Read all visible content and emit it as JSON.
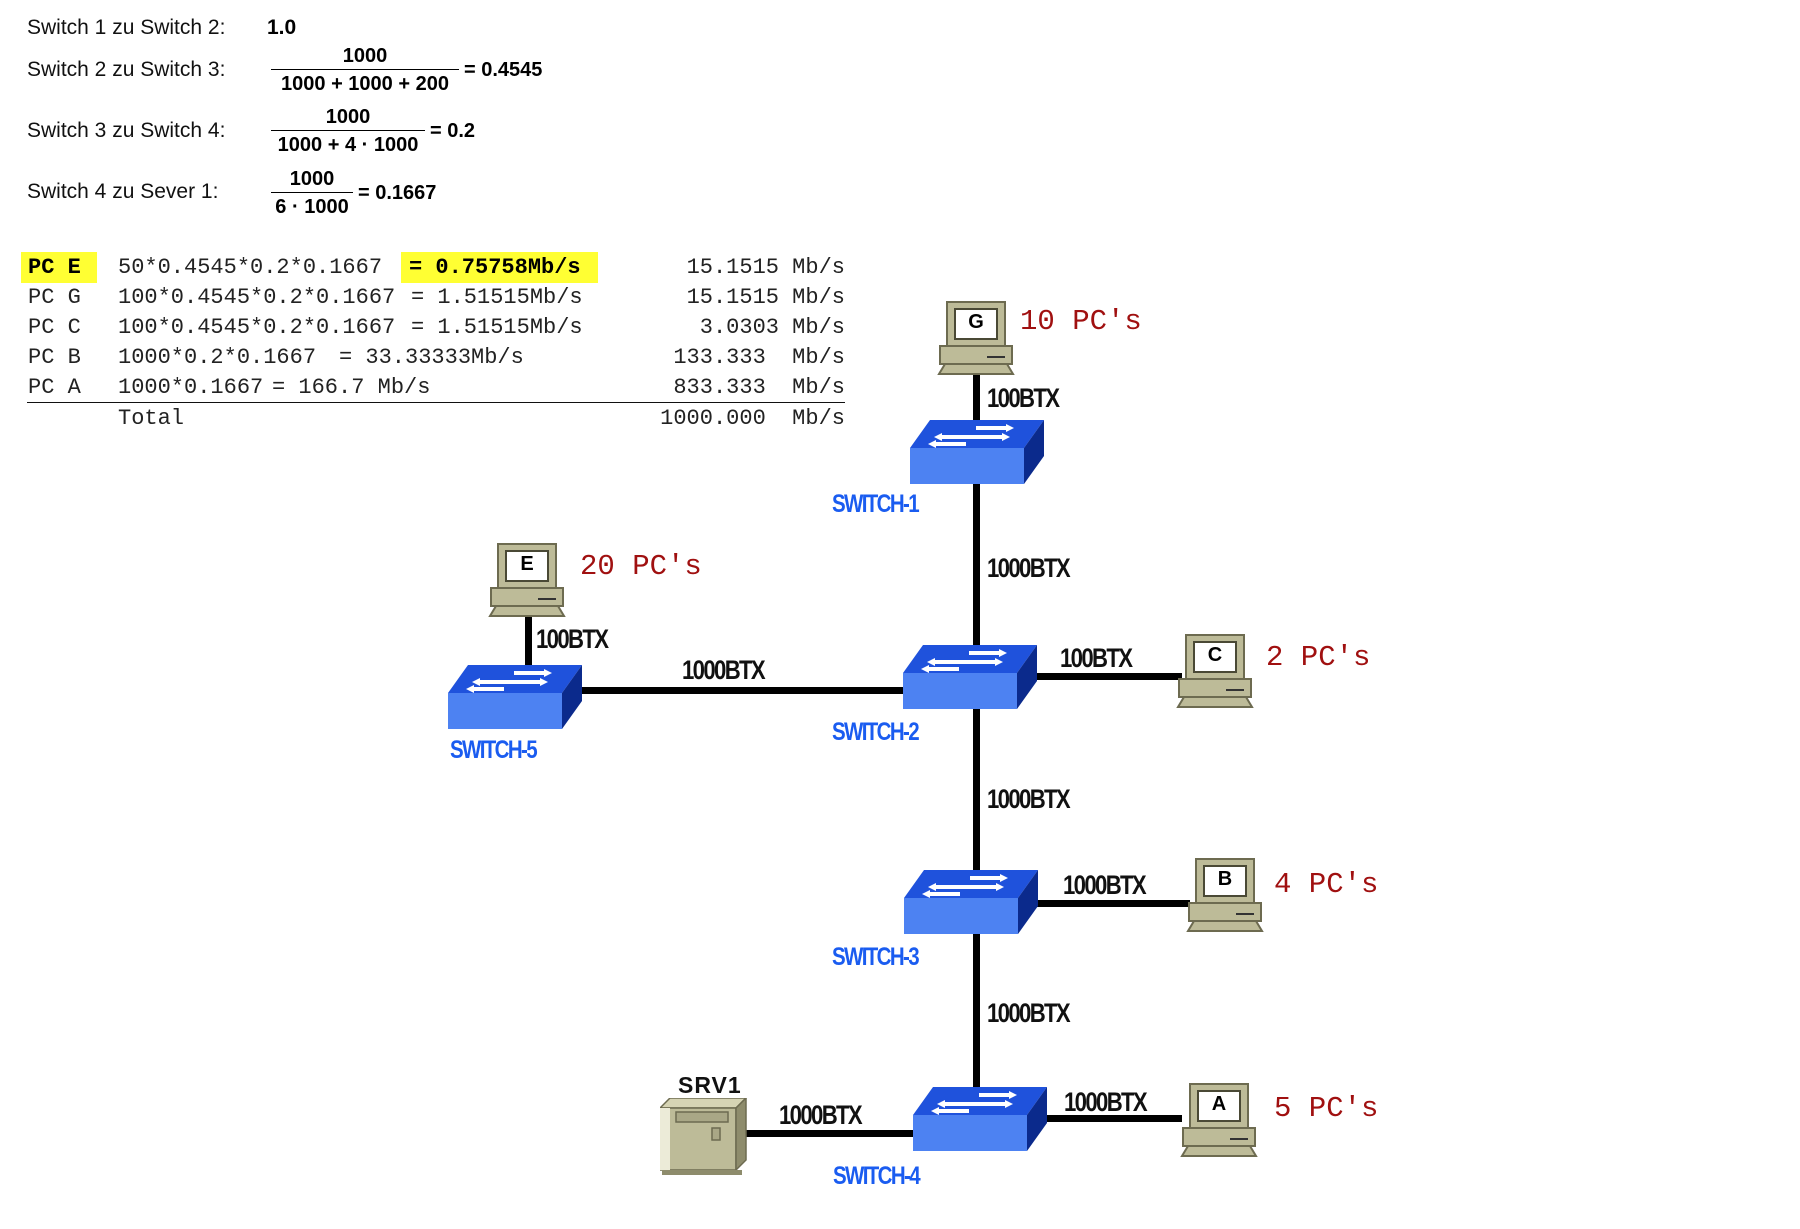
{
  "equations": [
    {
      "label": "Switch 1 zu Switch 2:",
      "result": "1.0"
    },
    {
      "label": "Switch 2 zu Switch 3:",
      "numerator": "1000",
      "denominator": "1000 + 1000 + 200",
      "result": "= 0.4545"
    },
    {
      "label": "Switch 3 zu Switch 4:",
      "numerator": "1000",
      "denominator": "1000 + 4 · 1000",
      "result": "= 0.2"
    },
    {
      "label": "Switch 4 zu Sever 1:",
      "numerator": "1000",
      "denominator": "6 · 1000",
      "result": "= 0.1667"
    }
  ],
  "table": {
    "rows": [
      {
        "pc": "PC E",
        "formula": "50*0.4545*0.2*0.1667",
        "result": "= 0.75758Mb/s",
        "total": "15.1515 Mb/s",
        "highlighted": true
      },
      {
        "pc": "PC G",
        "formula": "100*0.4545*0.2*0.1667",
        "result": "= 1.51515Mb/s",
        "total": "15.1515 Mb/s"
      },
      {
        "pc": "PC C",
        "formula": "100*0.4545*0.2*0.1667",
        "result": "= 1.51515Mb/s",
        "total": "3.0303 Mb/s"
      },
      {
        "pc": "PC B",
        "formula": "1000*0.2*0.1667",
        "result": "= 33.33333Mb/s",
        "total": "133.333  Mb/s"
      },
      {
        "pc": "PC A",
        "formula": "1000*0.1667",
        "result": "= 166.7 Mb/s",
        "total": "833.333  Mb/s"
      }
    ],
    "total_label": "Total",
    "total_value": "1000.000  Mb/s",
    "highlight_color": "#ffff33"
  },
  "diagram": {
    "switches": [
      "SWITCH-1",
      "SWITCH-2",
      "SWITCH-3",
      "SWITCH-4",
      "SWITCH-5"
    ],
    "pcs": [
      {
        "letter": "G",
        "count": "10 PC's"
      },
      {
        "letter": "E",
        "count": "20 PC's"
      },
      {
        "letter": "C",
        "count": "2 PC's"
      },
      {
        "letter": "B",
        "count": "4 PC's"
      },
      {
        "letter": "A",
        "count": "5 PC's"
      }
    ],
    "server": "SRV1",
    "links": {
      "g_sw1": "100BTX",
      "sw1_sw2": "1000BTX",
      "e_sw5": "100BTX",
      "sw5_sw2": "1000BTX",
      "sw2_c": "100BTX",
      "sw2_sw3": "1000BTX",
      "sw3_b": "1000BTX",
      "sw3_sw4": "1000BTX",
      "srv_sw4": "1000BTX",
      "sw4_a": "1000BTX"
    },
    "colors": {
      "switch_top": "#1f52dc",
      "switch_front": "#4d82f2",
      "switch_side": "#0b2a8c",
      "switch_label": "#1a5cf0",
      "pc_body": "#bdbb98",
      "pc_count": "#a01010"
    }
  }
}
